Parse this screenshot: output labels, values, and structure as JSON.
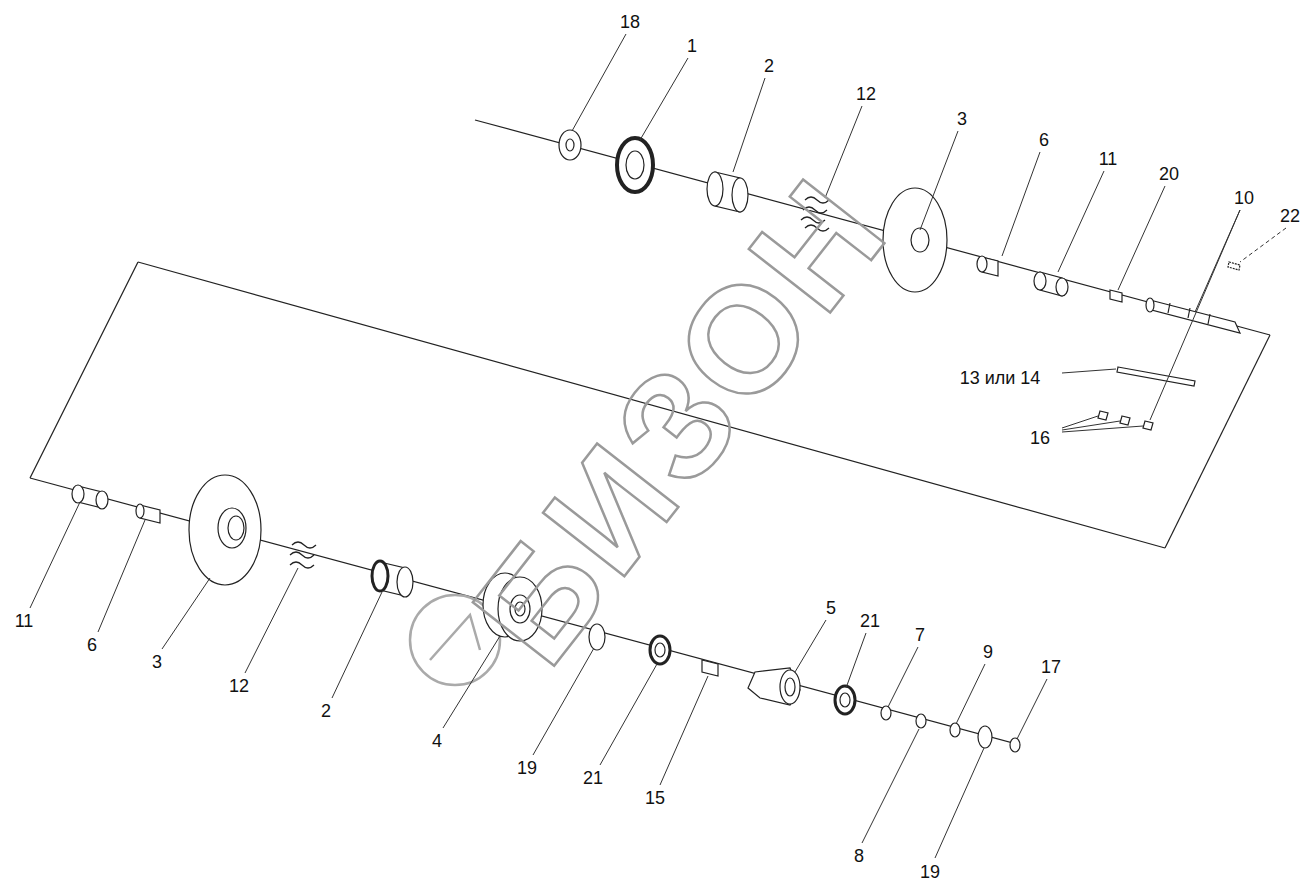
{
  "diagram": {
    "labels": [
      "18",
      "1",
      "2",
      "12",
      "3",
      "6",
      "11",
      "20",
      "10",
      "22",
      "13 или 14",
      "16",
      "11",
      "6",
      "3",
      "12",
      "2",
      "4",
      "19",
      "21",
      "15",
      "5",
      "21",
      "7",
      "9",
      "17",
      "8",
      "19",
      "БИЗОН"
    ]
  }
}
